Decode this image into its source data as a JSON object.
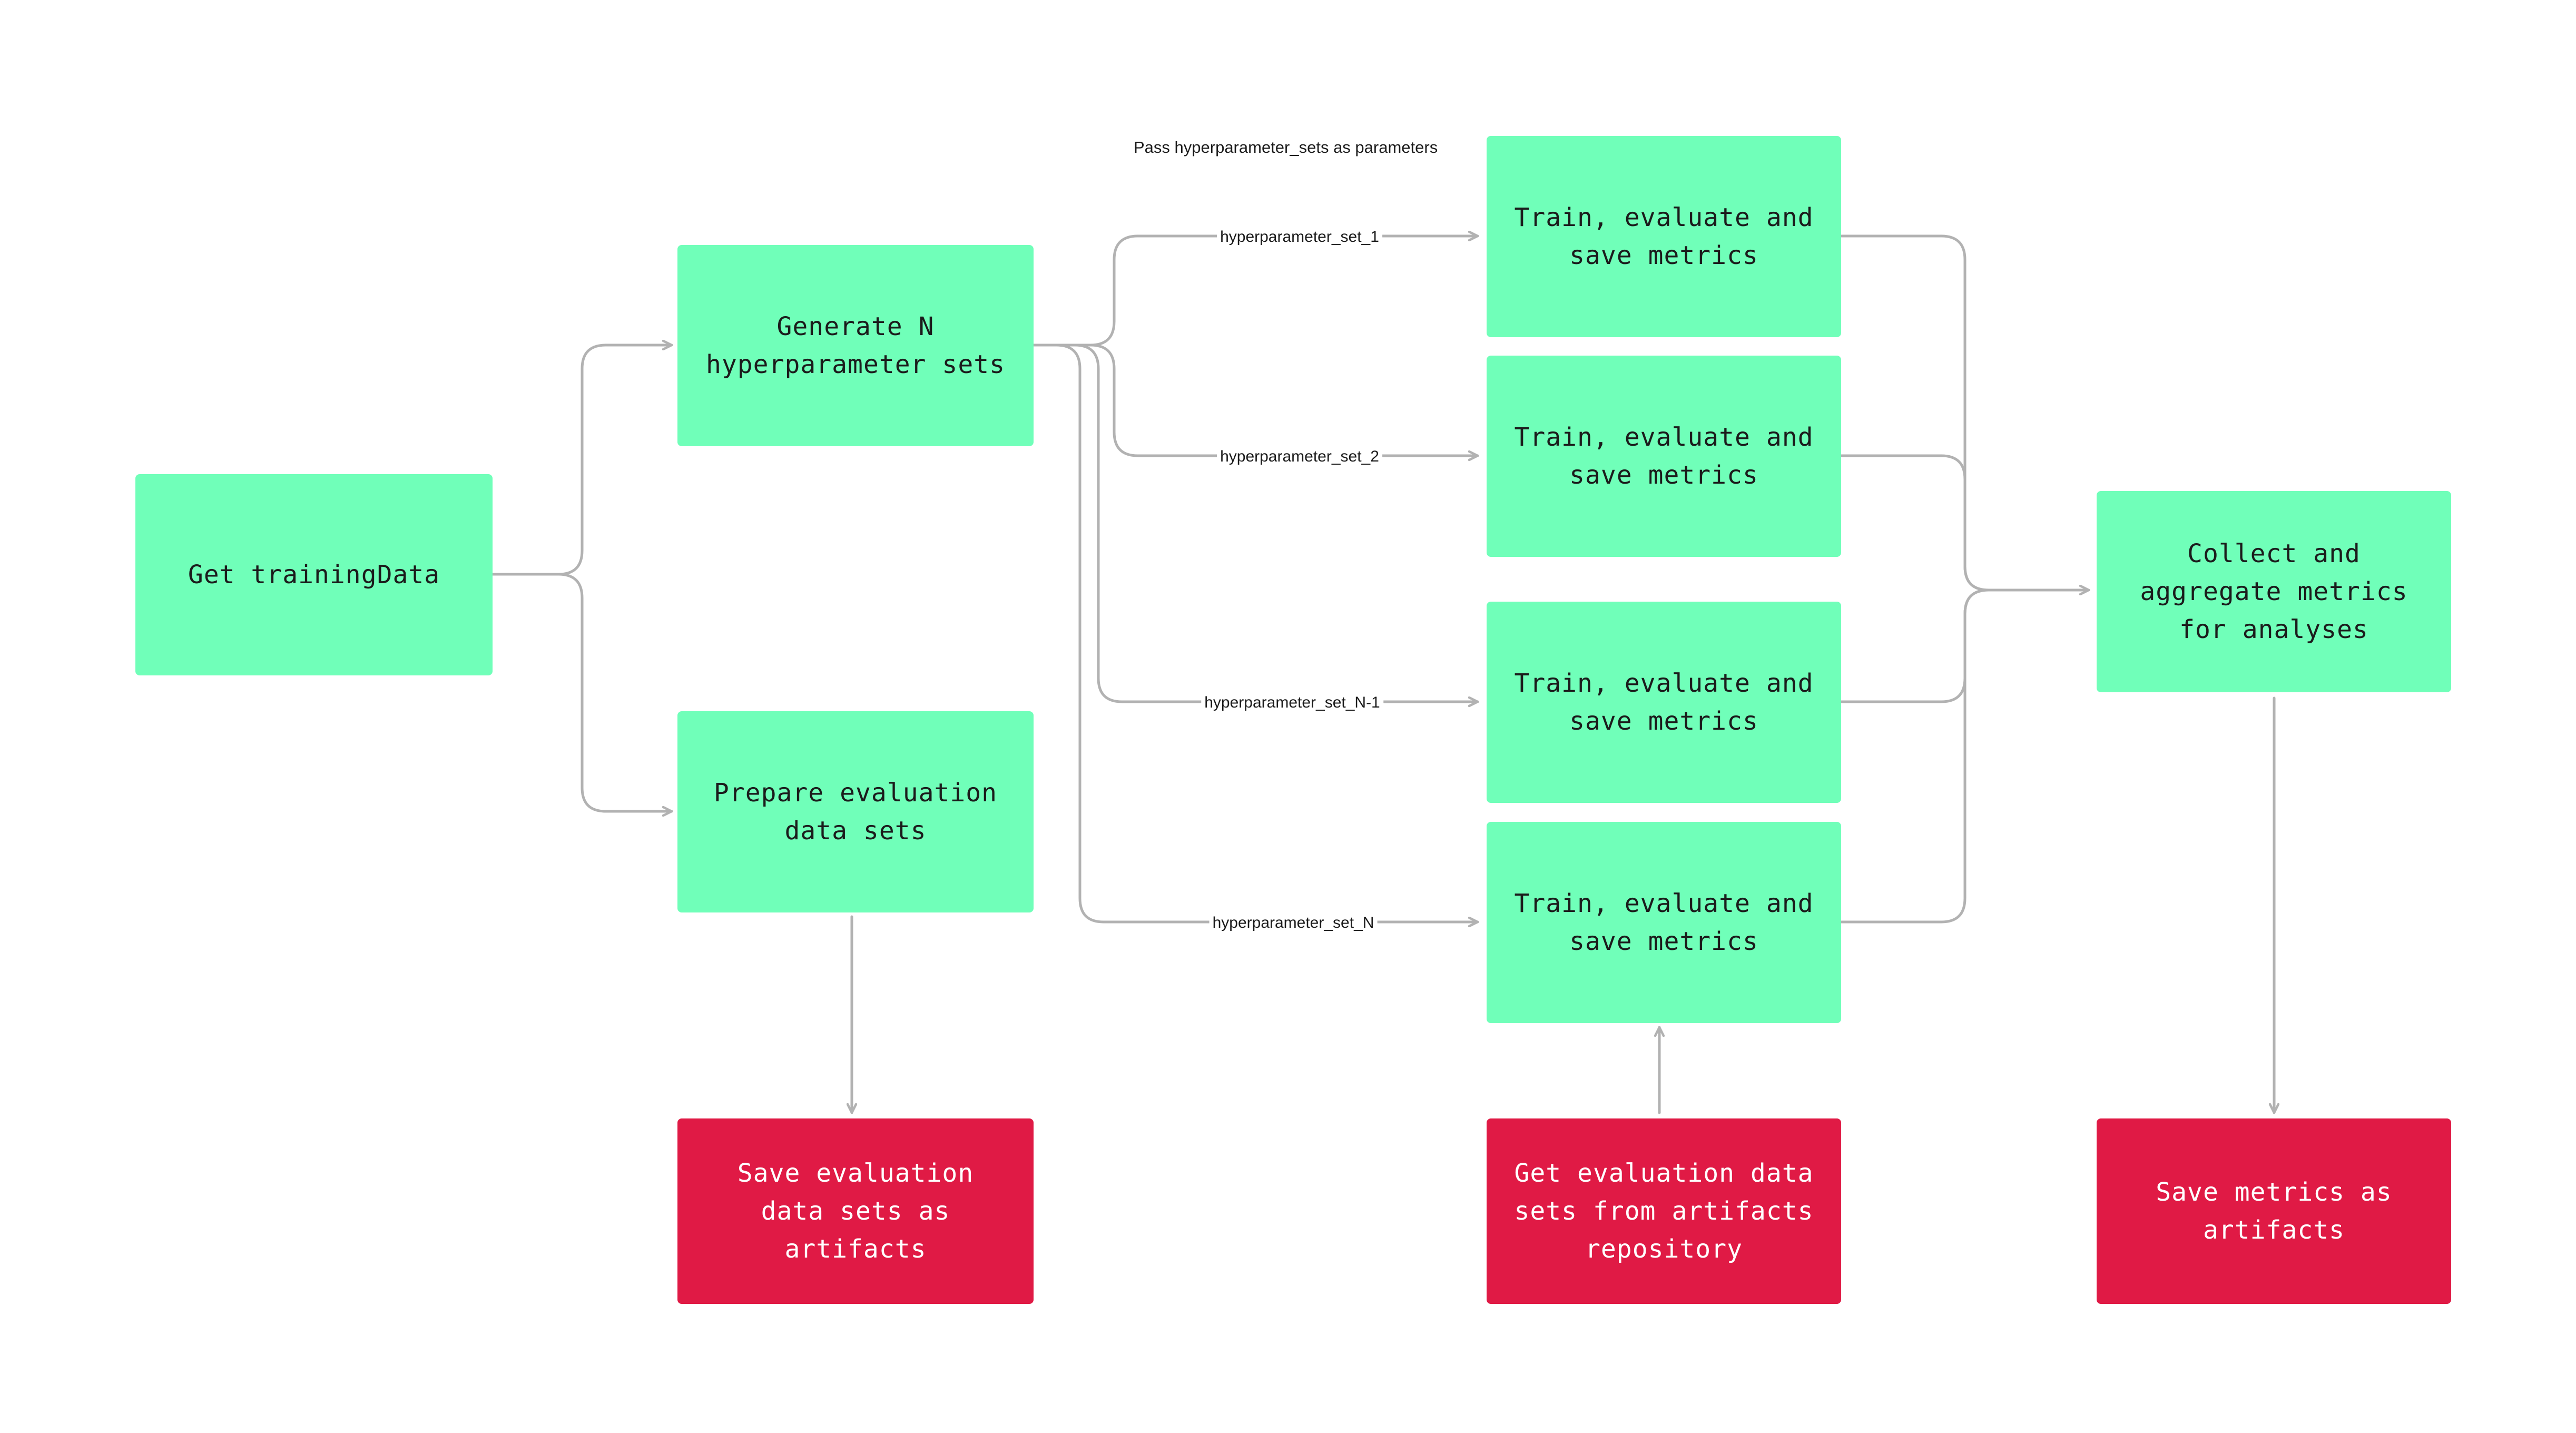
{
  "nodes": {
    "get_training": "Get trainingData",
    "generate": "Generate N\nhyperparameter sets",
    "prepare": "Prepare evaluation\ndata sets",
    "save_eval": "Save evaluation\ndata sets as\nartifacts",
    "train_1": "Train, evaluate and\nsave metrics",
    "train_2": "Train, evaluate and\nsave metrics",
    "train_n1": "Train, evaluate and\nsave metrics",
    "train_n": "Train, evaluate and\nsave metrics",
    "get_eval": "Get evaluation data\nsets from artifacts\nrepository",
    "collect": "Collect and\naggregate metrics\nfor analyses",
    "save_metrics": "Save metrics as\nartifacts"
  },
  "edge_labels": {
    "set_1": "hyperparameter_set_1",
    "set_2": "hyperparameter_set_2",
    "set_n1": "hyperparameter_set_N-1",
    "set_n": "hyperparameter_set_N"
  },
  "note": "Pass hyperparameter_sets as parameters",
  "colors": {
    "process": "#70ffb9",
    "artifact": "#e01a45",
    "connector": "#b2b2b2"
  }
}
